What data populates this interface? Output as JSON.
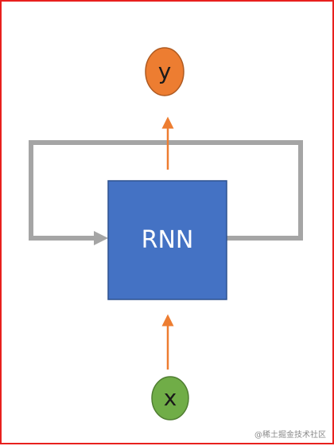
{
  "diagram": {
    "nodes": {
      "output": {
        "label": "y",
        "fill": "#ed7d31",
        "stroke": "#ae5a21"
      },
      "cell": {
        "label": "RNN",
        "fill": "#4472c4",
        "stroke": "#2f528f"
      },
      "input": {
        "label": "x",
        "fill": "#70ad47",
        "stroke": "#507e32"
      }
    },
    "edges": [
      {
        "from": "input",
        "to": "cell",
        "color": "#ed7d31"
      },
      {
        "from": "cell",
        "to": "output",
        "color": "#ed7d31"
      },
      {
        "from": "cell",
        "to": "cell",
        "kind": "recurrent-loop",
        "color": "#a5a5a5"
      }
    ]
  },
  "frame": {
    "border_color": "#e8201e"
  },
  "watermark": "@稀土掘金技术社区"
}
